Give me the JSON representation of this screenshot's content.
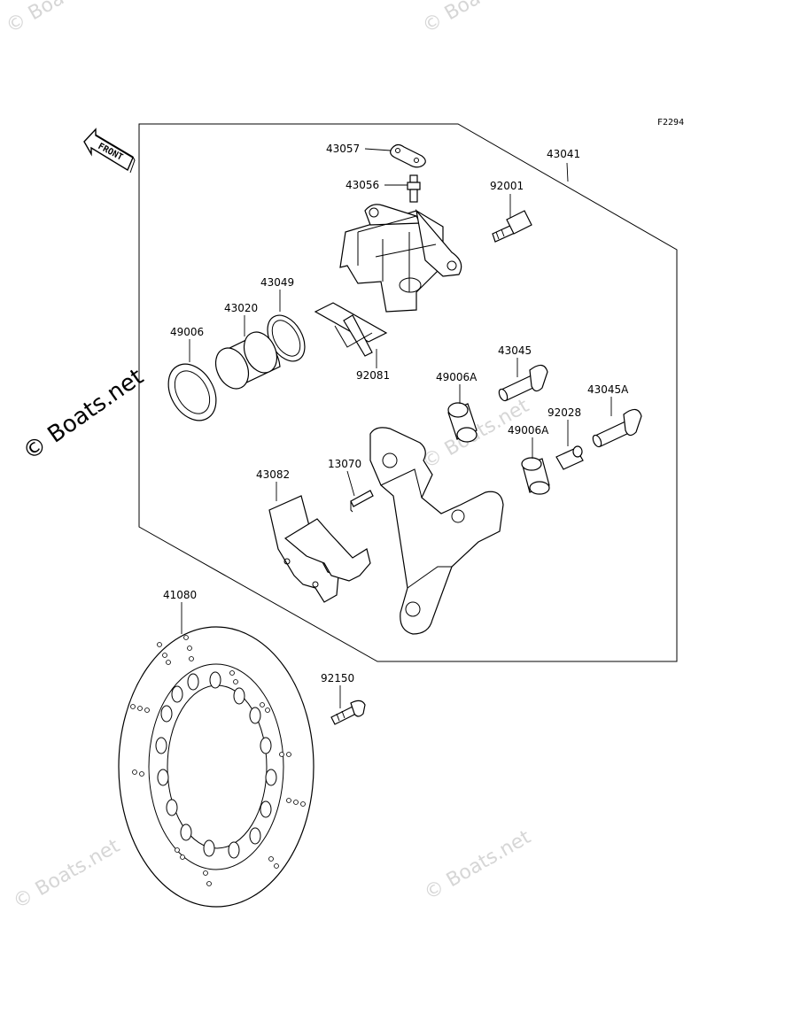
{
  "figure_code": "F2294",
  "front_label": "FRONT",
  "watermark": "© Boats.net",
  "parts": {
    "p43057": "43057",
    "p43056": "43056",
    "p43041": "43041",
    "p92001": "92001",
    "p43049": "43049",
    "p43020": "43020",
    "p49006": "49006",
    "p92081": "92081",
    "p43045": "43045",
    "p49006A_1": "49006A",
    "p43045A": "43045A",
    "p92028": "92028",
    "p49006A_2": "49006A",
    "p43082": "43082",
    "p13070": "13070",
    "p41080": "41080",
    "p92150": "92150"
  }
}
